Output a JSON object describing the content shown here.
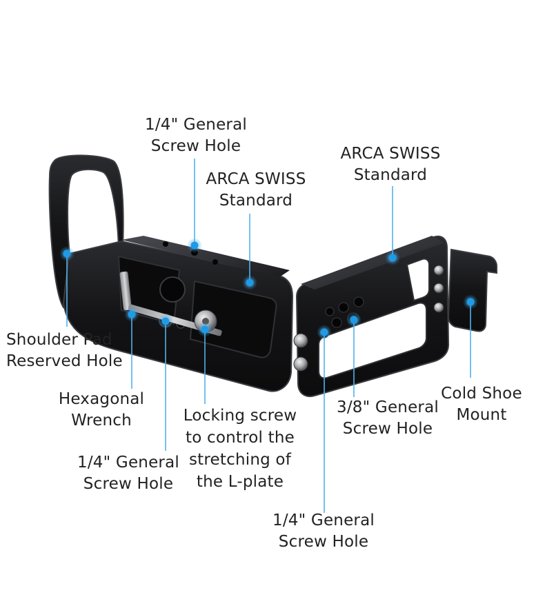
{
  "callouts": {
    "top_screw_hole": [
      "1/4\" General",
      "Screw Hole"
    ],
    "arca_left": [
      "ARCA SWISS",
      "Standard"
    ],
    "arca_right": [
      "ARCA SWISS",
      "Standard"
    ],
    "shoulder_pad": [
      "Shoulder Pad",
      "Reserved Hole"
    ],
    "hex_wrench": [
      "Hexagonal",
      "Wrench"
    ],
    "locking_screw": [
      "Locking screw",
      "to control the",
      "stretching of",
      "the L-plate"
    ],
    "bottom_left_screw_hole": [
      "1/4\" General",
      "Screw Hole"
    ],
    "bottom_center_screw_hole": [
      "1/4\" General",
      "Screw Hole"
    ],
    "three_eighths_screw_hole": [
      "3/8\" General",
      "Screw Hole"
    ],
    "cold_shoe": [
      "Cold Shoe",
      "Mount"
    ]
  },
  "colors": {
    "marker": "#1e9be6",
    "leader_line": "#4fb3ec",
    "plate_body": "#141416",
    "plate_edge": "#2c2d31",
    "text": "#222222"
  }
}
